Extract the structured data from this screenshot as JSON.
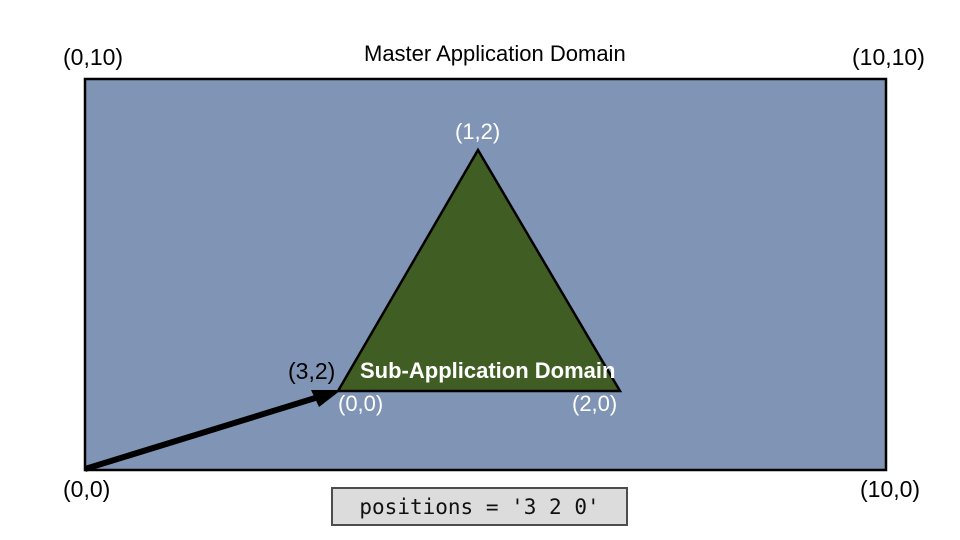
{
  "diagram": {
    "title": "Master Application Domain",
    "master_domain": {
      "name": "master-application-domain",
      "fill_color": "#8095b5",
      "stroke_color": "#000000",
      "corner_labels": {
        "top_left": "(0,10)",
        "top_right": "(10,10)",
        "bottom_left": "(0,0)",
        "bottom_right": "(10,0)"
      }
    },
    "sub_domain": {
      "label": "Sub-Application Domain",
      "fill_color": "#405e24",
      "stroke_color": "#000000",
      "vertex_labels": {
        "apex": "(1,2)",
        "bottom_left": "(0,0)",
        "bottom_right": "(2,0)"
      }
    },
    "offset_arrow": {
      "label": "(3,2)",
      "color": "#000000",
      "from": "(0,0)",
      "to": "(3,2)"
    },
    "code_box": {
      "text": "positions = '3 2 0'",
      "fill_color": "#dcdcdc",
      "border_color": "#4d4d4d"
    }
  }
}
